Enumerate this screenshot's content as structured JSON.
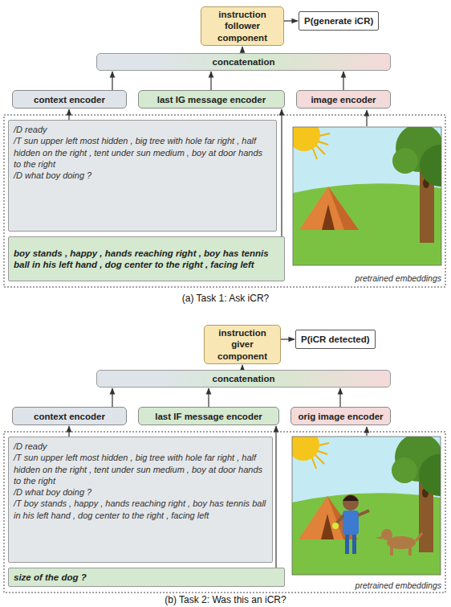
{
  "diagram": {
    "nodes": [
      {
        "text": [
          "instruction follower component"
        ]
      },
      {
        "text": [
          "P(generate iCR)"
        ]
      },
      {
        "text": [
          "concatenation"
        ]
      },
      {
        "text": [
          "context encoder"
        ]
      },
      {
        "text": [
          "last IG message encoder"
        ]
      },
      {
        "text": [
          "image encoder"
        ]
      },
      {
        "text": [
          "/D ready",
          "/T sun upper left most hidden , big tree with hole far right , half hidden on the right , tent under sun medium , boy at door hands to the right",
          "/D what boy doing ?"
        ]
      },
      {
        "text": [
          "boy stands , happy , hands reaching right , boy has tennis ball in his left hand , dog center to the right , facing left"
        ]
      },
      {
        "text": [
          "instruction giver component"
        ]
      },
      {
        "text": [
          "P(iCR detected)"
        ]
      },
      {
        "text": [
          "concatenation"
        ]
      },
      {
        "text": [
          "context encoder"
        ]
      },
      {
        "text": [
          "last IF message encoder"
        ]
      },
      {
        "text": [
          "orig image encoder"
        ]
      },
      {
        "text": [
          "/D ready",
          "/T sun upper left most hidden , big tree with hole far right , half hidden on the right , tent under sun medium , boy at door hands to the right",
          "/D what boy doing ?",
          "/T boy stands , happy , hands reaching right , boy has tennis ball in his left hand , dog center to the right , facing left"
        ]
      },
      {
        "text": [
          "size of the dog ?"
        ]
      }
    ],
    "edges": [
      {
        "from": 0,
        "to": 1,
        "arrow": "to"
      },
      {
        "from": 2,
        "to": 0,
        "arrow": "to"
      },
      {
        "from": 3,
        "to": 2,
        "arrow": "to"
      },
      {
        "from": 4,
        "to": 2,
        "arrow": "to"
      },
      {
        "from": 5,
        "to": 2,
        "arrow": "to"
      },
      {
        "from": 6,
        "to": 3,
        "arrow": "to"
      },
      {
        "from": 7,
        "to": 4,
        "arrow": "to"
      },
      {
        "from": 8,
        "to": 9,
        "arrow": "to"
      },
      {
        "from": 10,
        "to": 8,
        "arrow": "to"
      },
      {
        "from": 11,
        "to": 10,
        "arrow": "to"
      },
      {
        "from": 12,
        "to": 10,
        "arrow": "to"
      },
      {
        "from": 13,
        "to": 10,
        "arrow": "to"
      },
      {
        "from": 14,
        "to": 11,
        "arrow": "to"
      },
      {
        "from": 15,
        "to": 12,
        "arrow": "to"
      }
    ],
    "labels": [
      "pretrained embeddings",
      "(a) Task 1: Ask iCR?",
      "pretrained embeddings",
      "(b) Task 2: Was this an iCR?"
    ]
  }
}
